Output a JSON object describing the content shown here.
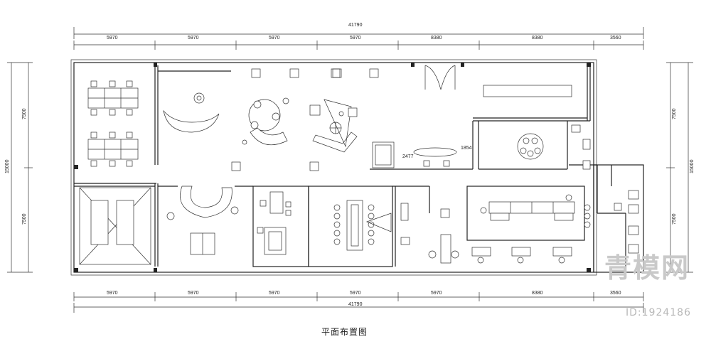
{
  "title": "平面布置图",
  "watermark": {
    "brand": "青模网",
    "id_label": "ID:1924186"
  },
  "dimensions": {
    "top": [
      "5970",
      "5970",
      "5970",
      "5970",
      "8380",
      "3560"
    ],
    "top_total": "41790",
    "bottom": [
      "5970",
      "5970",
      "5970",
      "5970",
      "5970",
      "8380",
      "3560"
    ],
    "bottom_total": "41790",
    "left": [
      "7500",
      "15000",
      "7500"
    ],
    "right": [
      "7500",
      "15000",
      "7500"
    ]
  },
  "room_labels": {
    "sofa_len": "2477",
    "table_len": "1854"
  }
}
